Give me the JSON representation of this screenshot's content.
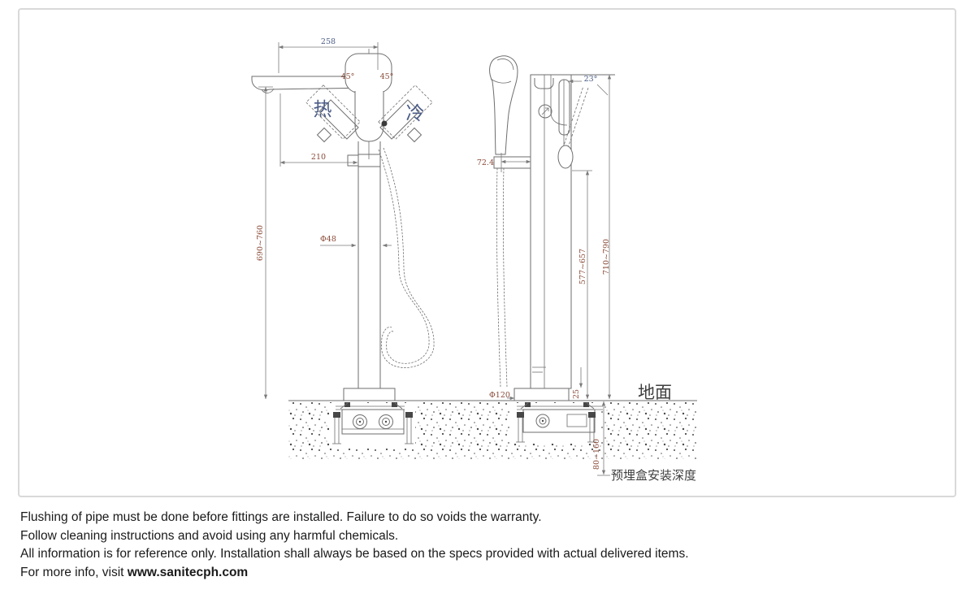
{
  "colors": {
    "line": "#6e6e6e",
    "dim": "#7a7a7a",
    "dim_red": "#8a4a38",
    "dim_blue": "#4a5b86",
    "ink": "#3f3f3f",
    "border": "#d9d9d9",
    "text": "#1a1a1a",
    "bg": "#ffffff"
  },
  "diagram": {
    "labels": {
      "spout_width": "258",
      "angle_left": "45°",
      "angle_right": "45°",
      "hot": "热",
      "cold": "冷",
      "spout_projection": "210",
      "spout_height": "690~760",
      "column_diameter": "Φ48",
      "handshower_offset": "72.4",
      "handle_angle": "23°",
      "outlet_height": "577~657",
      "body_height": "710~790",
      "base_diameter": "Φ120",
      "base_height": "25",
      "ground": "地面",
      "embed_depth": "80~160",
      "embed_note": "预埋盒安装深度"
    }
  },
  "footer": {
    "line1": "Flushing of pipe must be done before fittings are installed. Failure to do so voids the warranty.",
    "line2": "Follow cleaning instructions and avoid using any harmful chemicals.",
    "line3": "All information is for reference only. Installation shall always be based on the specs provided with actual delivered items.",
    "line4_prefix": "For more info, visit ",
    "website": "www.sanitecph.com"
  }
}
